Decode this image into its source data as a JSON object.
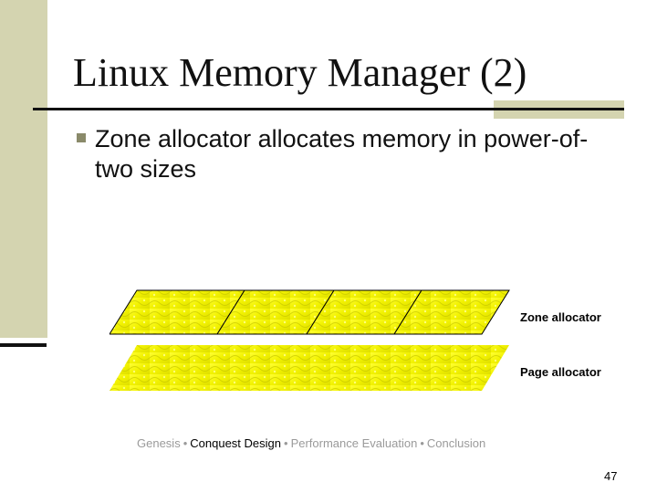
{
  "slide": {
    "title": "Linux Memory Manager (2)",
    "bullet": "Zone allocator allocates memory in power-of-two sizes",
    "page_number": "47",
    "colors": {
      "sidebar": "#d4d4b0",
      "bullet_marker": "#8a8a6a",
      "layer_fill": "#ffff00",
      "layer_shade": "#e0e000"
    }
  },
  "diagram": {
    "zone_label": "Zone allocator",
    "page_label": "Page allocator",
    "zone_block_count": 4
  },
  "footer": {
    "items": [
      {
        "label": "Genesis",
        "current": false
      },
      {
        "label": "Conquest Design",
        "current": true
      },
      {
        "label": "Performance Evaluation",
        "current": false
      },
      {
        "label": "Conclusion",
        "current": false
      }
    ],
    "separator": "•"
  }
}
